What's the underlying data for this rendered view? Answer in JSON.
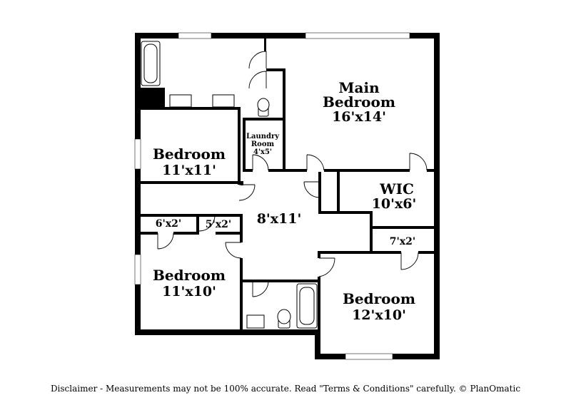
{
  "rooms": {
    "main_bedroom": {
      "name_line1": "Main",
      "name_line2": "Bedroom",
      "size": "16'x14'"
    },
    "bedroom_upper": {
      "name": "Bedroom",
      "size": "11'x11'"
    },
    "laundry": {
      "name_line1": "Laundry",
      "name_line2": "Room",
      "size": "4'x5'"
    },
    "wic": {
      "name": "WIC",
      "size": "10'x6'"
    },
    "hall": {
      "size": "8'x11'"
    },
    "closet_a": {
      "size": "6'x2'"
    },
    "closet_b": {
      "size": "5'x2'"
    },
    "closet_c": {
      "size": "7'x2'"
    },
    "bedroom_lower_left": {
      "name": "Bedroom",
      "size": "11'x10'"
    },
    "bedroom_lower_right": {
      "name": "Bedroom",
      "size": "12'x10'"
    }
  },
  "disclaimer": "Disclaimer - Measurements may not be 100% accurate. Read \"Terms & Conditions\" carefully. © PlanOmatic"
}
